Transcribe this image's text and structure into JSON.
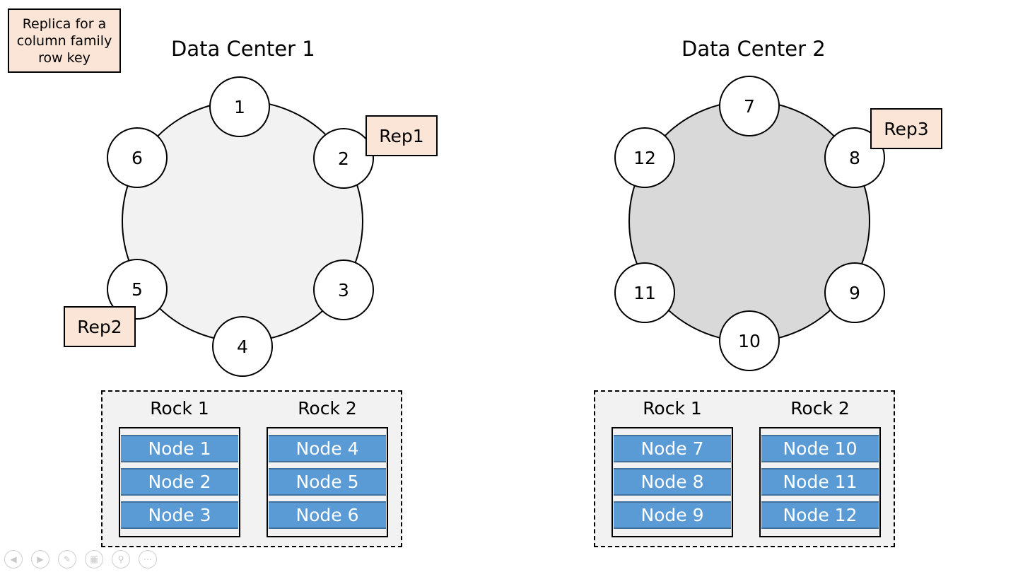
{
  "legend": {
    "text": "Replica for a column family row key"
  },
  "colors": {
    "ring_dc1": "#f2f2f2",
    "ring_dc2": "#d9d9d9",
    "replica": "#fbe5d6",
    "rack_node": "#5b9bd5"
  },
  "dc1": {
    "title": "Data Center 1",
    "nodes": [
      "1",
      "2",
      "3",
      "4",
      "5",
      "6"
    ],
    "replicas": {
      "rep1": "Rep1",
      "rep2": "Rep2"
    },
    "racks": [
      {
        "title": "Rock 1",
        "nodes": [
          "Node 1",
          "Node 2",
          "Node 3"
        ]
      },
      {
        "title": "Rock 2",
        "nodes": [
          "Node 4",
          "Node 5",
          "Node 6"
        ]
      }
    ]
  },
  "dc2": {
    "title": "Data Center 2",
    "nodes": [
      "7",
      "8",
      "9",
      "10",
      "11",
      "12"
    ],
    "replicas": {
      "rep3": "Rep3"
    },
    "racks": [
      {
        "title": "Rock 1",
        "nodes": [
          "Node 7",
          "Node 8",
          "Node 9"
        ]
      },
      {
        "title": "Rock 2",
        "nodes": [
          "Node 10",
          "Node 11",
          "Node 12"
        ]
      }
    ]
  },
  "controls": [
    "prev-icon",
    "next-icon",
    "pen-icon",
    "slides-icon",
    "zoom-icon",
    "more-icon"
  ]
}
